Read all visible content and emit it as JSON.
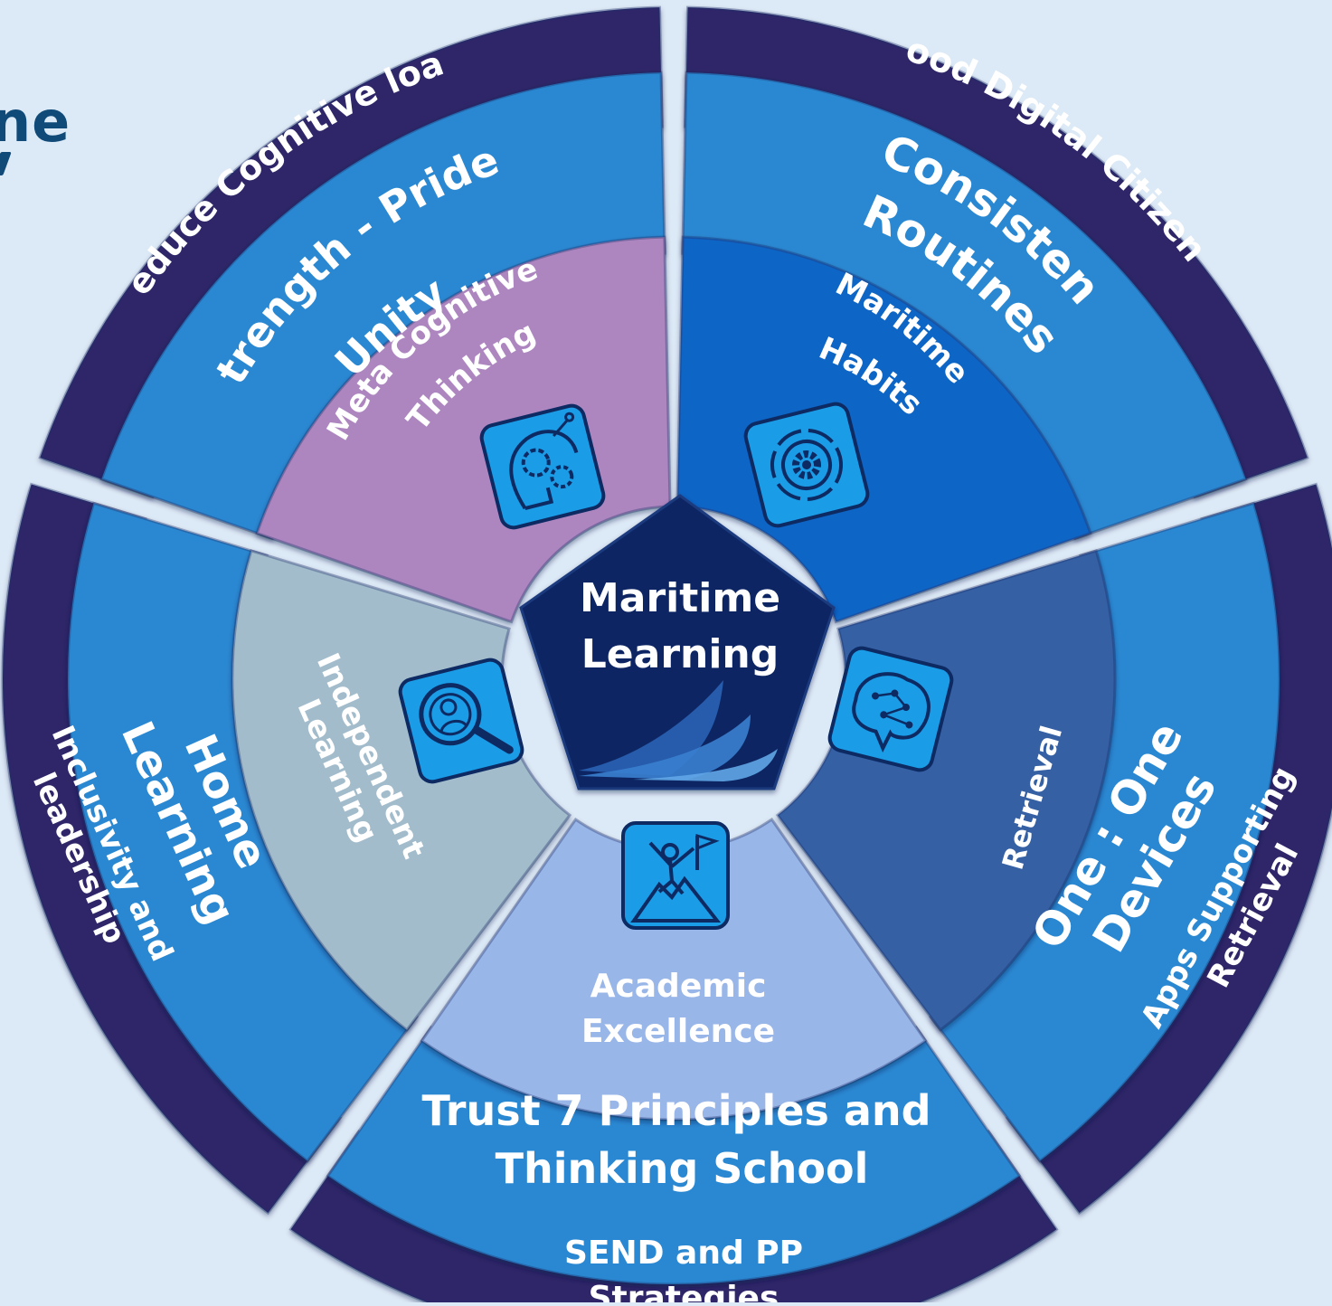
{
  "page_fragment": "ne",
  "center": {
    "line1": "Maritime",
    "line2": "Learning"
  },
  "colors": {
    "background": "#dce9f6",
    "outer_ring": "#2d2868",
    "middle_ring": "#2a88d2",
    "center": "#0d2563",
    "gap": "#dce9f6",
    "icon_tile": "#1a9ce6",
    "icon_stroke": "#0d2a63"
  },
  "segments": [
    {
      "key": "top-left",
      "outer_label": "Reduce Cognitive load",
      "middle_label": [
        "Strength - Pride -",
        "Unity"
      ],
      "inner_label": [
        "Meta Cognitive",
        "Thinking"
      ],
      "inner_color": "#ad86c0",
      "icon": "brain-gears-icon"
    },
    {
      "key": "top-right",
      "outer_label": "Good Digital Citizens",
      "middle_label": [
        "Consistent",
        "Routines"
      ],
      "inner_label": [
        "Maritime",
        "Habits"
      ],
      "inner_color": "#1165c6",
      "icon": "cycle-gear-icon"
    },
    {
      "key": "right",
      "outer_label": [
        "Apps Supporting",
        "Retrieval"
      ],
      "middle_label": [
        "One : One",
        "Devices"
      ],
      "inner_label": [
        "Retrieval"
      ],
      "inner_color": "#3460a4",
      "icon": "brain-circuit-icon"
    },
    {
      "key": "bottom",
      "outer_label": [
        "SEND and PP",
        "Strategies"
      ],
      "middle_label": [
        "Trust 7 Principles and",
        "Thinking School"
      ],
      "inner_label": [
        "Academic",
        "Excellence"
      ],
      "inner_color": "#99b6e9",
      "icon": "summit-flag-icon"
    },
    {
      "key": "left",
      "outer_label": [
        "Inclusivity and",
        "leadership"
      ],
      "middle_label": [
        "Home",
        "Learning"
      ],
      "inner_label": [
        "Independent",
        "Learning"
      ],
      "inner_color": "#a2bccc",
      "icon": "search-person-icon"
    }
  ]
}
